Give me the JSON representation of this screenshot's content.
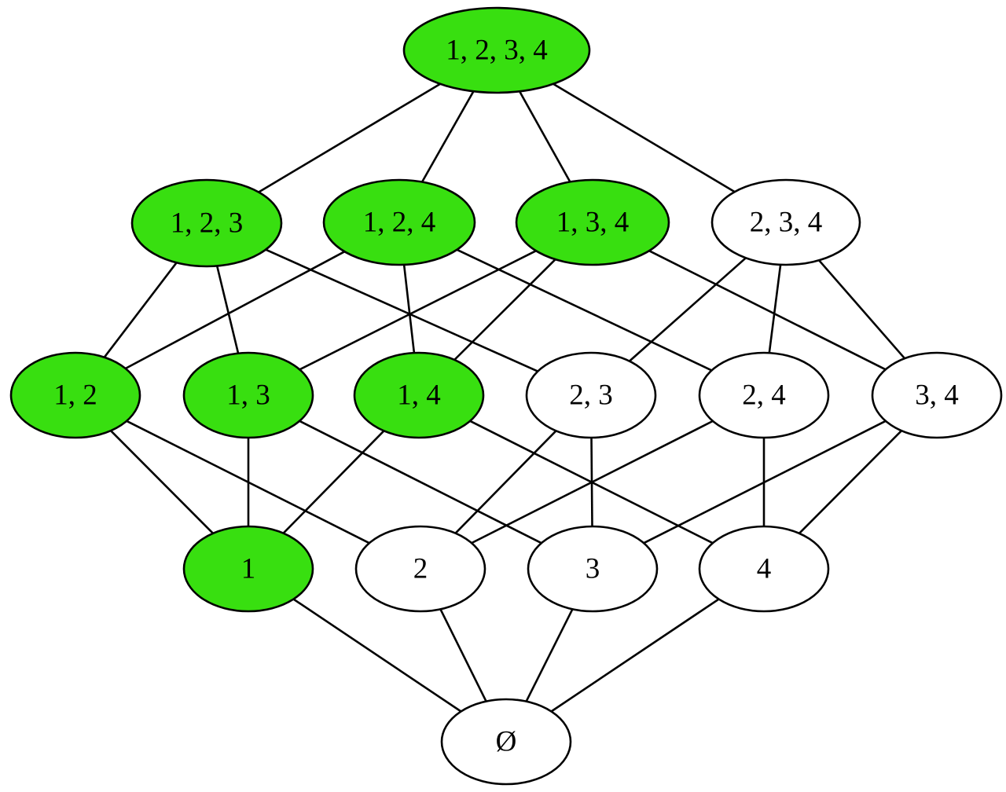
{
  "colors": {
    "highlight": "#38df10",
    "plain": "#ffffff",
    "stroke": "#000000"
  },
  "nodes": [
    {
      "id": "1234",
      "label": "1, 2, 3, 4",
      "highlighted": true
    },
    {
      "id": "123",
      "label": "1, 2, 3",
      "highlighted": true
    },
    {
      "id": "124",
      "label": "1, 2, 4",
      "highlighted": true
    },
    {
      "id": "134",
      "label": "1, 3, 4",
      "highlighted": true
    },
    {
      "id": "234",
      "label": "2, 3, 4",
      "highlighted": false
    },
    {
      "id": "12",
      "label": "1, 2",
      "highlighted": true
    },
    {
      "id": "13",
      "label": "1, 3",
      "highlighted": true
    },
    {
      "id": "14",
      "label": "1, 4",
      "highlighted": true
    },
    {
      "id": "23",
      "label": "2, 3",
      "highlighted": false
    },
    {
      "id": "24",
      "label": "2, 4",
      "highlighted": false
    },
    {
      "id": "34",
      "label": "3, 4",
      "highlighted": false
    },
    {
      "id": "1",
      "label": "1",
      "highlighted": true
    },
    {
      "id": "2",
      "label": "2",
      "highlighted": false
    },
    {
      "id": "3",
      "label": "3",
      "highlighted": false
    },
    {
      "id": "4",
      "label": "4",
      "highlighted": false
    },
    {
      "id": "empty",
      "label": "Ø",
      "highlighted": false
    }
  ],
  "edges": [
    [
      "1234",
      "123"
    ],
    [
      "1234",
      "124"
    ],
    [
      "1234",
      "134"
    ],
    [
      "1234",
      "234"
    ],
    [
      "123",
      "12"
    ],
    [
      "123",
      "13"
    ],
    [
      "123",
      "23"
    ],
    [
      "124",
      "12"
    ],
    [
      "124",
      "14"
    ],
    [
      "124",
      "24"
    ],
    [
      "134",
      "13"
    ],
    [
      "134",
      "14"
    ],
    [
      "134",
      "34"
    ],
    [
      "234",
      "23"
    ],
    [
      "234",
      "24"
    ],
    [
      "234",
      "34"
    ],
    [
      "12",
      "1"
    ],
    [
      "12",
      "2"
    ],
    [
      "13",
      "1"
    ],
    [
      "13",
      "3"
    ],
    [
      "14",
      "1"
    ],
    [
      "14",
      "4"
    ],
    [
      "23",
      "2"
    ],
    [
      "23",
      "3"
    ],
    [
      "24",
      "2"
    ],
    [
      "24",
      "4"
    ],
    [
      "34",
      "3"
    ],
    [
      "34",
      "4"
    ],
    [
      "1",
      "empty"
    ],
    [
      "2",
      "empty"
    ],
    [
      "3",
      "empty"
    ],
    [
      "4",
      "empty"
    ]
  ]
}
